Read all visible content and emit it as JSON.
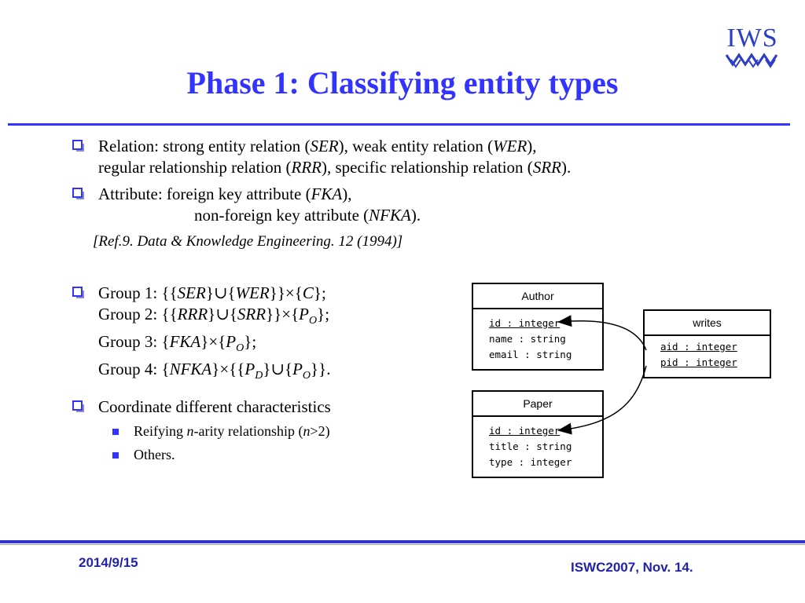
{
  "slide": {
    "title": "Phase 1: Classifying entity types",
    "logo_text": "IWS",
    "relation": {
      "line1_a": "Relation: strong entity relation (",
      "ser": "SER",
      "line1_b": "), weak entity relation (",
      "wer": "WER",
      "line1_c": "),",
      "line2_a": "regular relationship relation (",
      "rrr": "RRR",
      "line2_b": "), specific relationship relation (",
      "srr": "SRR",
      "line2_c": ")."
    },
    "attribute": {
      "line1_a": "Attribute: foreign key attribute (",
      "fka": "FKA",
      "line1_b": "),",
      "line2_a": "non-foreign key attribute (",
      "nfka": "NFKA",
      "line2_b": ")."
    },
    "reference": "[Ref.9. Data & Knowledge Engineering. 12 (1994)]",
    "groups": {
      "g1_label": "Group 1: ",
      "g2_label": "Group 2: ",
      "g3_label": "Group 3: ",
      "g4_label": "Group 4: "
    },
    "coordinate": {
      "heading": "Coordinate different characteristics",
      "sub1_a": "Reifying ",
      "sub1_n": "n",
      "sub1_b": "-arity relationship (",
      "sub1_n2": "n",
      "sub1_c": ">2)",
      "sub2": "Others."
    },
    "footer_date": "2014/9/15",
    "footer_conf": "ISWC2007, Nov. 14."
  },
  "diagram": {
    "author": {
      "name": "Author",
      "attrs": [
        "id : integer",
        "name : string",
        "email : string"
      ]
    },
    "writes": {
      "name": "writes",
      "attrs": [
        "aid : integer",
        "pid : integer"
      ]
    },
    "paper": {
      "name": "Paper",
      "attrs": [
        "id : integer",
        "title : string",
        "type : integer"
      ]
    }
  },
  "colors": {
    "title": "#3333ff",
    "rule": "#3333ff",
    "footer": "#2222aa"
  }
}
